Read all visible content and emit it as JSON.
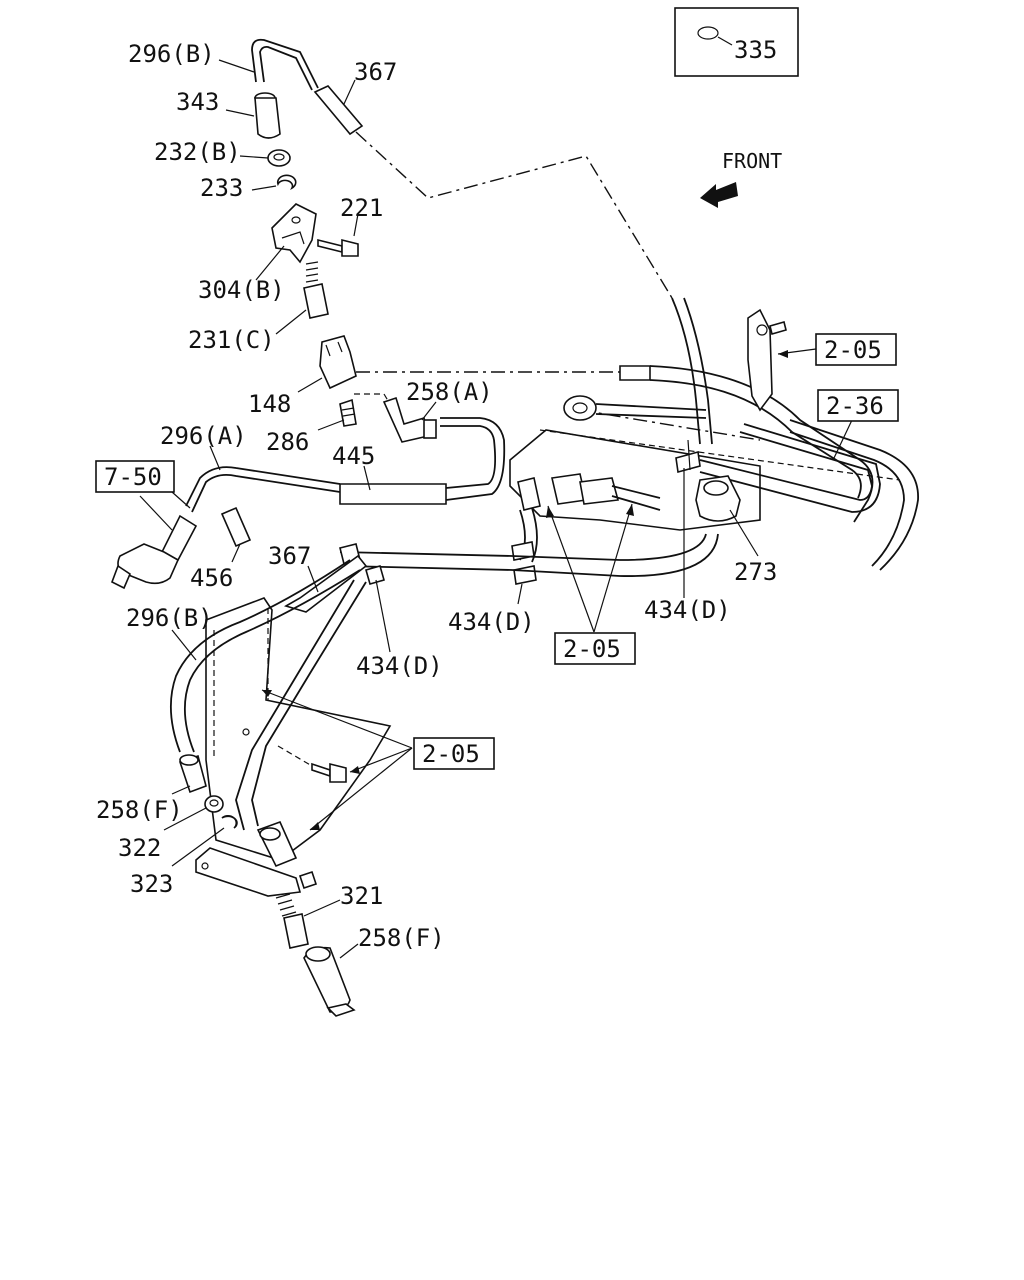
{
  "labels": {
    "l296b_top": "296(B)",
    "l367_top": "367",
    "l343": "343",
    "l232b": "232(B)",
    "l233": "233",
    "l221": "221",
    "l304b": "304(B)",
    "l231c": "231(C)",
    "l148": "148",
    "l258a": "258(A)",
    "l286": "286",
    "l296a": "296(A)",
    "l445": "445",
    "l456": "456",
    "l367_mid": "367",
    "l296b_mid": "296(B)",
    "l434d_a": "434(D)",
    "l434d_b": "434(D)",
    "l434d_c": "434(D)",
    "l273": "273",
    "l258f_a": "258(F)",
    "l322": "322",
    "l323": "323",
    "l321": "321",
    "l258f_b": "258(F)",
    "front": "FRONT"
  },
  "boxes": {
    "b750": "7-50",
    "b205_a": "2-05",
    "b236": "2-36",
    "b205_b": "2-05",
    "b205_c": "2-05"
  },
  "legend": {
    "code": "335",
    "icon": "o-ring-icon"
  }
}
